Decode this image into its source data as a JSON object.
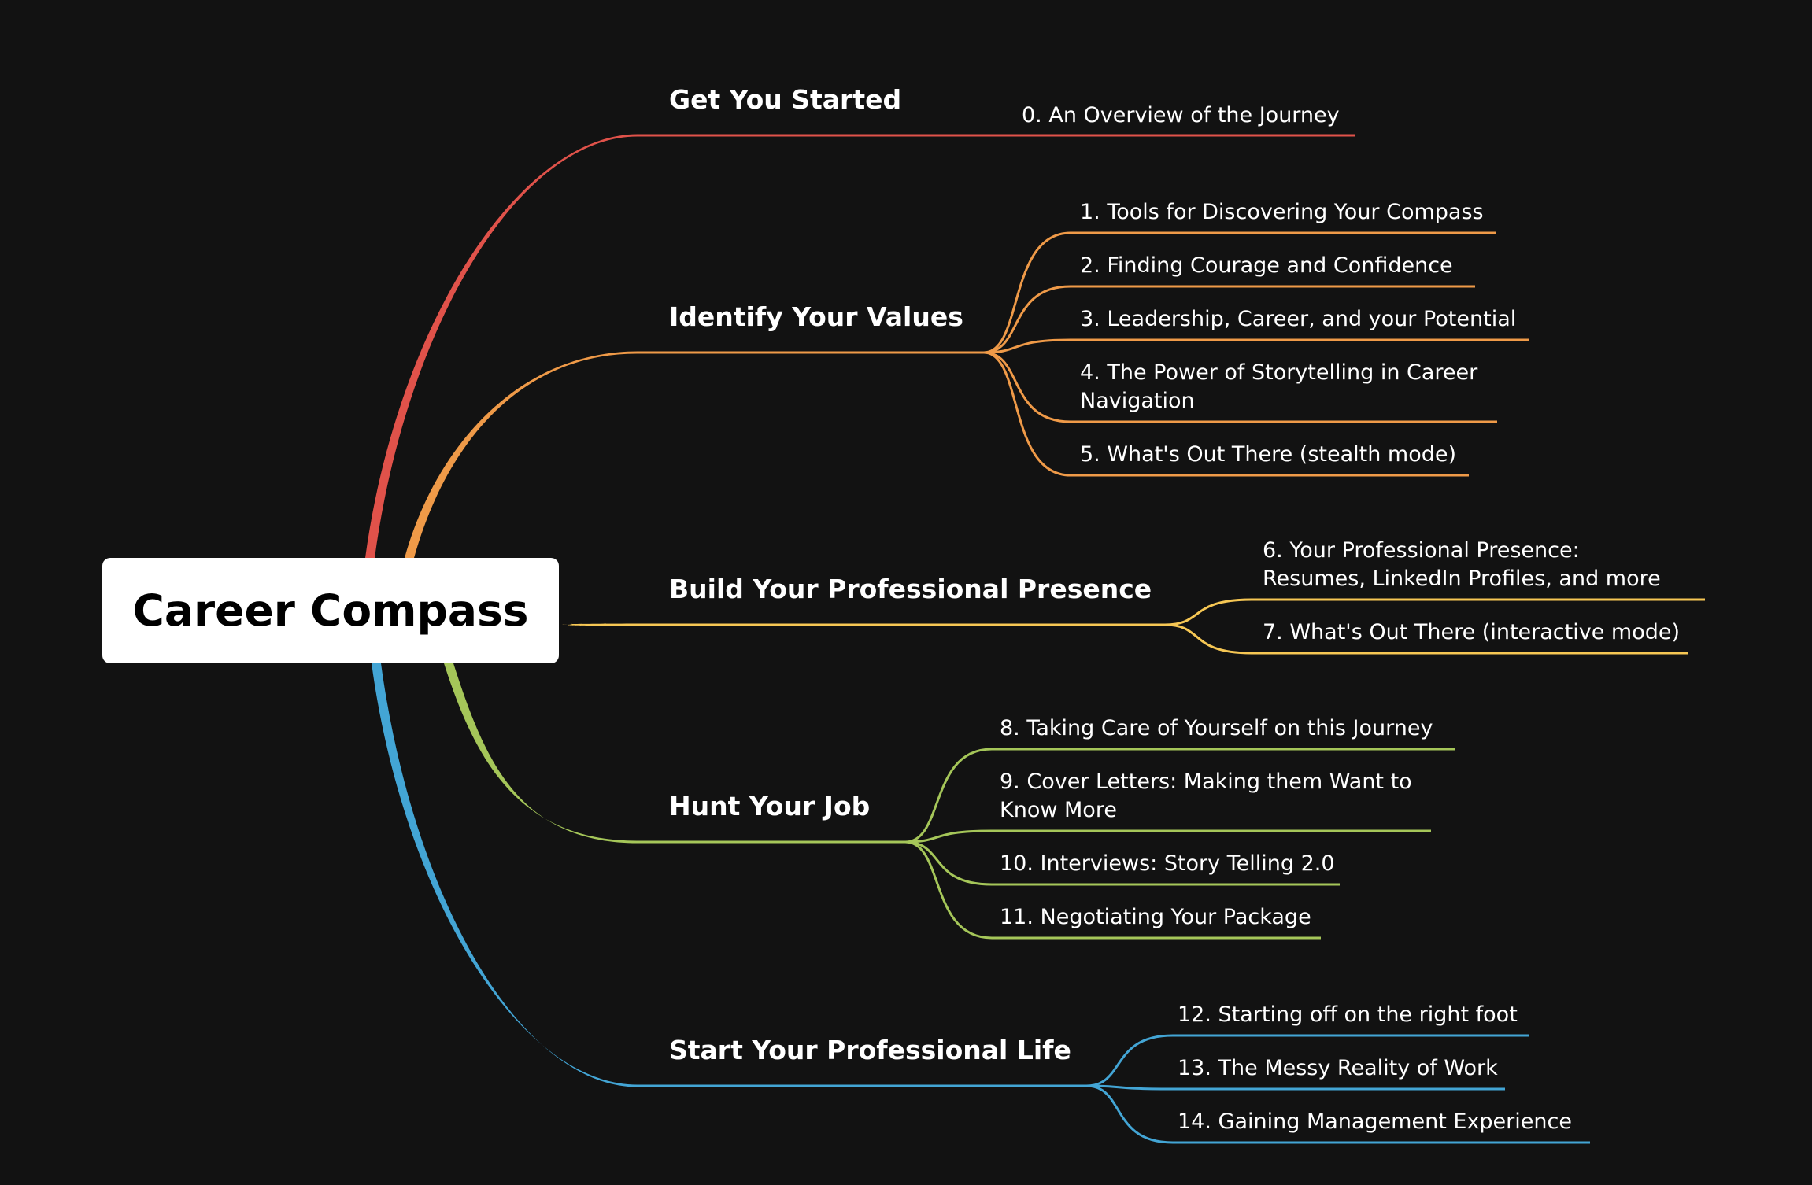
{
  "root": {
    "title": "Career Compass"
  },
  "branches": [
    {
      "title": "Get You Started",
      "color": "#e0524a",
      "items": [
        [
          "0. An Overview of the Journey"
        ]
      ]
    },
    {
      "title": "Identify Your Values",
      "color": "#ef9a48",
      "items": [
        [
          "1. Tools for Discovering Your Compass"
        ],
        [
          "2. Finding Courage and Confidence"
        ],
        [
          "3. Leadership, Career, and your Potential"
        ],
        [
          "4. The Power of Storytelling in Career",
          "Navigation"
        ],
        [
          "5. What's Out There (stealth mode)"
        ]
      ]
    },
    {
      "title": "Build Your Professional Presence",
      "color": "#f6c754",
      "items": [
        [
          "6. Your Professional Presence:",
          "Resumes, LinkedIn Profiles, and more"
        ],
        [
          "7. What's Out There (interactive mode)"
        ]
      ]
    },
    {
      "title": "Hunt Your Job",
      "color": "#a5c659",
      "items": [
        [
          "8. Taking Care of Yourself on this Journey"
        ],
        [
          "9. Cover Letters: Making them Want to",
          "Know More"
        ],
        [
          "10. Interviews: Story Telling 2.0"
        ],
        [
          "11. Negotiating Your Package"
        ]
      ]
    },
    {
      "title": "Start Your Professional Life",
      "color": "#43a5d5",
      "items": [
        [
          "12. Starting off on the right foot"
        ],
        [
          "13. The Messy Reality of Work"
        ],
        [
          "14. Gaining Management Experience"
        ]
      ]
    }
  ]
}
